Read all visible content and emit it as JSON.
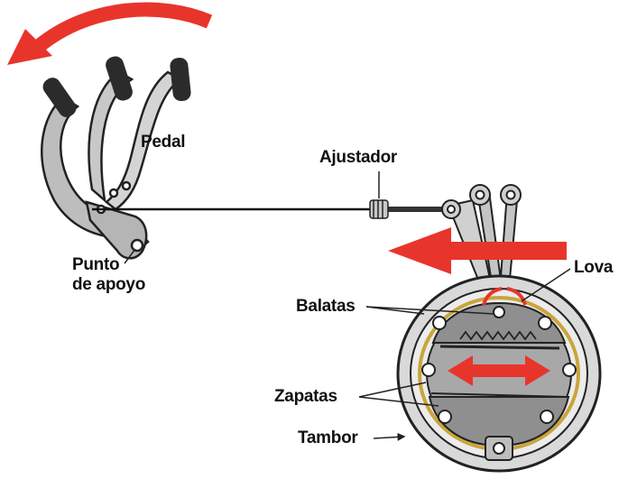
{
  "labels": {
    "pedal": "Pedal",
    "ajustador": "Ajustador",
    "punto_line1": "Punto",
    "punto_line2": "de apoyo",
    "lova": "Lova",
    "balatas": "Balatas",
    "zapatas": "Zapatas",
    "tambor": "Tambor"
  },
  "colors": {
    "arrow_red": "#e8352c",
    "pedal_gray": "#bdbdbd",
    "outline": "#222222",
    "lining_yellow": "#c9a53a",
    "shoe_dark": "#8f8f8f",
    "drum_gray": "#d9d9d9"
  }
}
